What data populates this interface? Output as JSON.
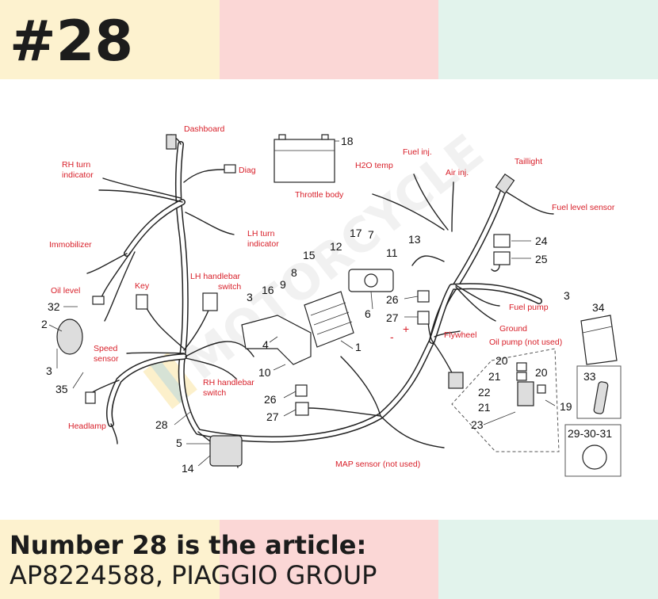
{
  "header": {
    "part_number": "#28"
  },
  "caption": {
    "line1": "Number 28 is the article:",
    "line2": "AP8224588, PIAGGIO GROUP"
  },
  "diagram": {
    "labels": {
      "dashboard": "Dashboard",
      "diag": "Diag",
      "rh_turn_1": "RH turn",
      "rh_turn_2": "indicator",
      "lh_turn_1": "LH turn",
      "lh_turn_2": "indicator",
      "immobilizer": "Immobilizer",
      "oil_level": "Oil level",
      "key": "Key",
      "lh_handlebar_1": "LH handlebar",
      "lh_handlebar_2": "switch",
      "speed_sensor_1": "Speed",
      "speed_sensor_2": "sensor",
      "rh_handlebar_1": "RH handlebar",
      "rh_handlebar_2": "switch",
      "headlamp": "Headlamp",
      "throttle_body": "Throttle body",
      "h2o_temp": "H2O temp",
      "fuel_inj": "Fuel inj.",
      "air_inj": "Air inj.",
      "taillight": "Taillight",
      "fuel_level_sensor": "Fuel level sensor",
      "fuel_pump": "Fuel pump",
      "ground": "Ground",
      "oil_pump": "Oil pump (not used)",
      "flywheel": "Flywheel",
      "map_sensor": "MAP sensor (not used)",
      "minus": "-",
      "plus": "+"
    },
    "numbers": {
      "n18": "18",
      "n24": "24",
      "n25": "25",
      "n3a": "3",
      "n34": "34",
      "n32": "32",
      "n2": "2",
      "n3b": "3",
      "n35": "35",
      "n28": "28",
      "n5": "5",
      "n14": "14",
      "n15": "15",
      "n12": "12",
      "n17": "17",
      "n7": "7",
      "n13": "13",
      "n11": "11",
      "n8": "8",
      "n9": "9",
      "n16": "16",
      "n3c": "3",
      "n4": "4",
      "n10": "10",
      "n1": "1",
      "n6": "6",
      "n26a": "26",
      "n27a": "27",
      "n26b": "26",
      "n27b": "27",
      "n20a": "20",
      "n21a": "21",
      "n20b": "20",
      "n22": "22",
      "n21b": "21",
      "n23": "23",
      "n19": "19",
      "n33": "33",
      "n29_30_31": "29-30-31"
    },
    "watermark": "MOTORCYCLE"
  },
  "colors": {
    "band_yellow": "#fdf2cf",
    "band_pink": "#fbd7d6",
    "band_mint": "#e2f3ec",
    "label_red": "#d8202a",
    "text_dark": "#1c1c1c"
  }
}
